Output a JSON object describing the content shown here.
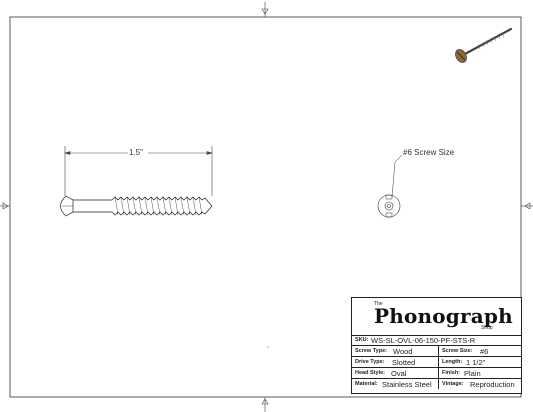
{
  "drawing": {
    "length_dimension": "1.5\"",
    "callout": "#6 Screw Size"
  },
  "title_block": {
    "logo": {
      "the": "The",
      "main": "Phonograph",
      "shop": "Shop"
    },
    "sku_label": "SKU:",
    "sku_value": "WS-SL-OVL-06-150-PF-STS-R",
    "rows": [
      {
        "l_label": "Screw Type:",
        "l_value": "Wood",
        "r_label": "Screw Size:",
        "r_value": "#6"
      },
      {
        "l_label": "Drive Type:",
        "l_value": "Slotted",
        "r_label": "Length:",
        "r_value": "1 1/2\""
      },
      {
        "l_label": "Head Style:",
        "l_value": "Oval",
        "r_label": "Finish:",
        "r_value": "Plain"
      },
      {
        "l_label": "Material:",
        "l_value": "Stainless Steel",
        "r_label": "Vintage:",
        "r_value": "Reproduction"
      }
    ]
  }
}
